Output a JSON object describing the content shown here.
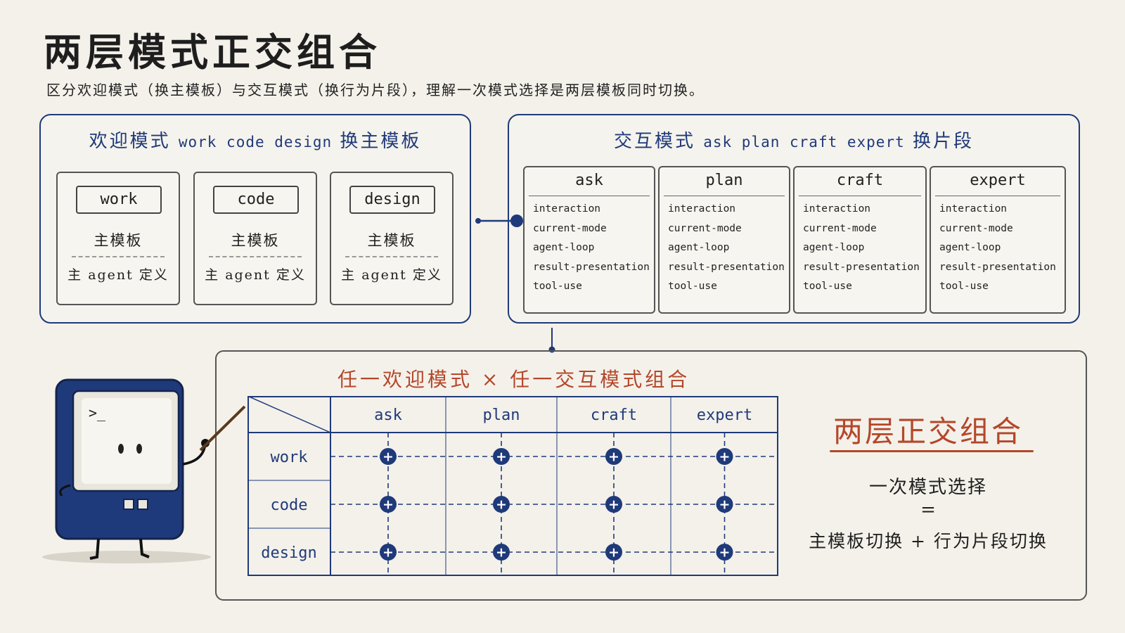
{
  "title": "两层模式正交组合",
  "subtitle": "区分欢迎模式（换主模板）与交互模式（换行为片段），理解一次模式选择是两层模板同时切换。",
  "welcome": {
    "title_cn": "欢迎模式",
    "title_modes": "work code design",
    "title_tail": "换主模板",
    "cards": [
      {
        "name": "work",
        "template": "主模板",
        "def": "主 agent 定义"
      },
      {
        "name": "code",
        "template": "主模板",
        "def": "主 agent 定义"
      },
      {
        "name": "design",
        "template": "主模板",
        "def": "主 agent 定义"
      }
    ]
  },
  "interaction": {
    "title_cn": "交互模式",
    "title_modes": "ask plan craft expert",
    "title_tail": "换片段",
    "cards": [
      {
        "name": "ask",
        "items": [
          "interaction",
          "current-mode",
          "agent-loop",
          "result-presentation",
          "tool-use"
        ]
      },
      {
        "name": "plan",
        "items": [
          "interaction",
          "current-mode",
          "agent-loop",
          "result-presentation",
          "tool-use"
        ]
      },
      {
        "name": "craft",
        "items": [
          "interaction",
          "current-mode",
          "agent-loop",
          "result-presentation",
          "tool-use"
        ]
      },
      {
        "name": "expert",
        "items": [
          "interaction",
          "current-mode",
          "agent-loop",
          "result-presentation",
          "tool-use"
        ]
      }
    ]
  },
  "matrix": {
    "heading": "任一欢迎模式 × 任一交互模式组合",
    "columns": [
      "ask",
      "plan",
      "craft",
      "expert"
    ],
    "rows": [
      "work",
      "code",
      "design"
    ],
    "cell_symbol": "+"
  },
  "summary": {
    "title": "两层正交组合",
    "line1": "一次模式选择",
    "equals": "=",
    "line2": "主模板切换 + 行为片段切换"
  },
  "mascot": {
    "screen_prompt": ">_"
  },
  "colors": {
    "navy": "#1f3a7a",
    "accent": "#b4472a",
    "background": "#f4f1ea"
  }
}
